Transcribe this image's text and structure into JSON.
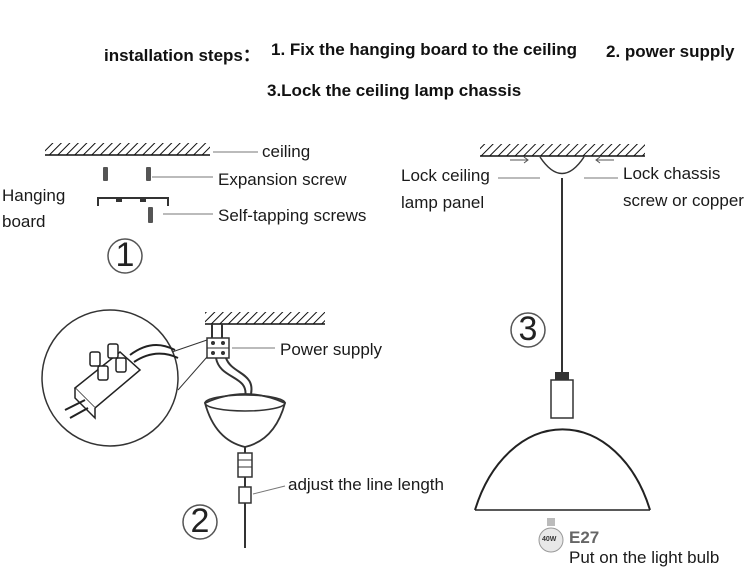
{
  "header": {
    "title": "installation steps：",
    "step1": "1. Fix the hanging board to the ceiling",
    "step2": "2. power supply",
    "step3": "3.Lock the ceiling lamp chassis"
  },
  "step1": {
    "number": "1",
    "ceiling": "ceiling",
    "expansion_screw": "Expansion screw",
    "hanging_board_line1": "Hanging",
    "hanging_board_line2": "board",
    "self_tapping": "Self-tapping screws"
  },
  "step2": {
    "number": "2",
    "power_supply": "Power supply",
    "adjust": "adjust the line length"
  },
  "step3": {
    "number": "3",
    "lock_panel_line1": "Lock ceiling",
    "lock_panel_line2": "lamp panel",
    "lock_chassis_line1": "Lock chassis",
    "lock_chassis_line2": "screw or copper"
  },
  "bulb": {
    "wattage": "40W",
    "base": "E27",
    "caption": "Put on the light bulb"
  }
}
